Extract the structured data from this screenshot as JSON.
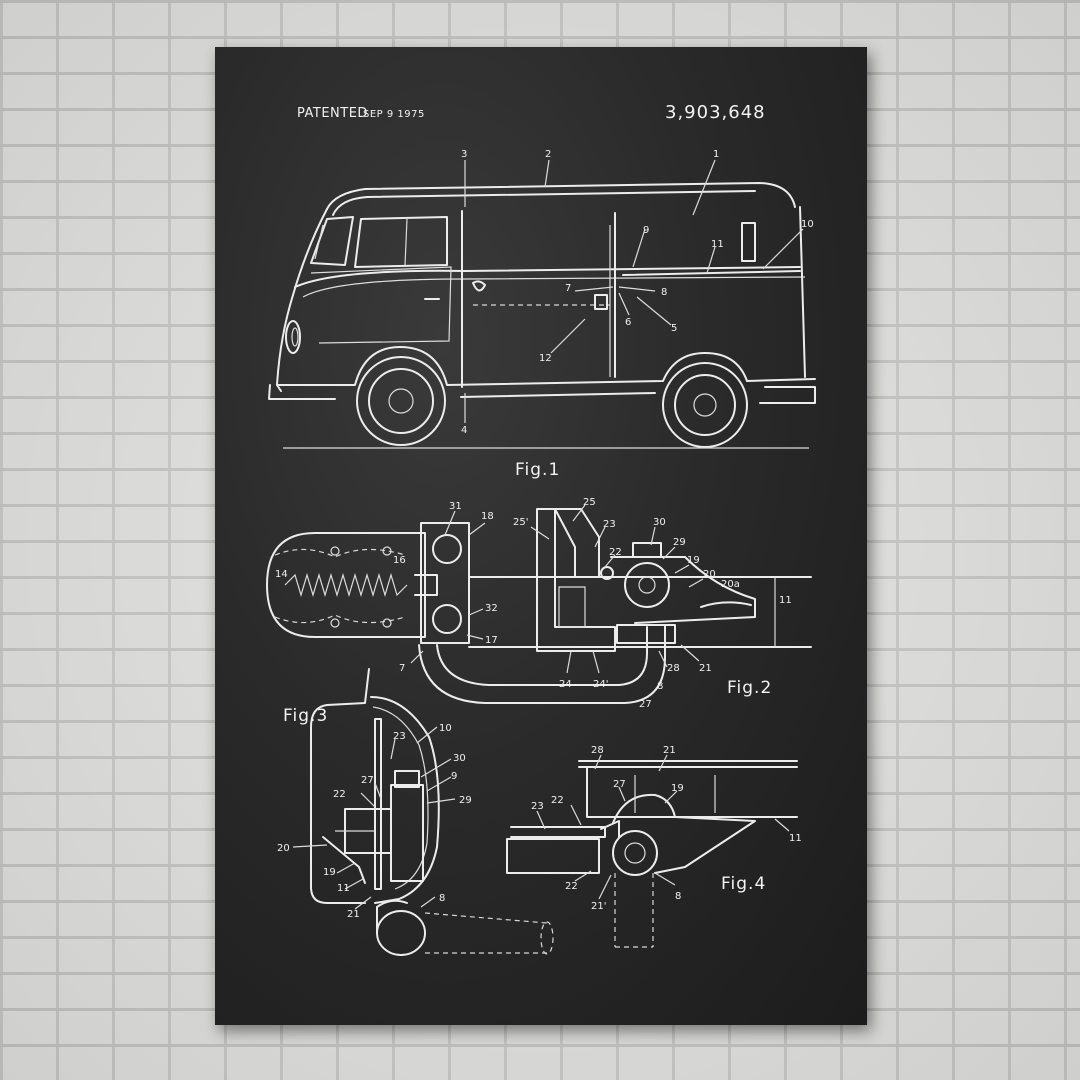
{
  "header": {
    "patented": "PATENTED",
    "date": "SEP 9 1975",
    "patent_number": "3,903,648"
  },
  "figures": {
    "fig1": "Fig.1",
    "fig2": "Fig.2",
    "fig3": "Fig.3",
    "fig4": "Fig.4"
  },
  "labels": {
    "fig1": [
      "3",
      "2",
      "1",
      "10",
      "9",
      "11",
      "7",
      "8",
      "6",
      "5",
      "12",
      "4"
    ],
    "fig2": [
      "31",
      "18",
      "25",
      "25'",
      "23",
      "30",
      "22",
      "29",
      "19",
      "20",
      "20a",
      "11",
      "14",
      "16",
      "32",
      "17",
      "7",
      "24",
      "24'",
      "28",
      "21",
      "8",
      "27"
    ],
    "fig3": [
      "10",
      "23",
      "30",
      "9",
      "22",
      "27",
      "29",
      "20",
      "19",
      "11",
      "21",
      "8"
    ],
    "fig4": [
      "28",
      "21",
      "27",
      "19",
      "23",
      "22",
      "11",
      "22",
      "21'",
      "8"
    ]
  },
  "colors": {
    "chalkboard": "#262626",
    "chalk": "#ececec",
    "wall": "#d9d9d7"
  }
}
